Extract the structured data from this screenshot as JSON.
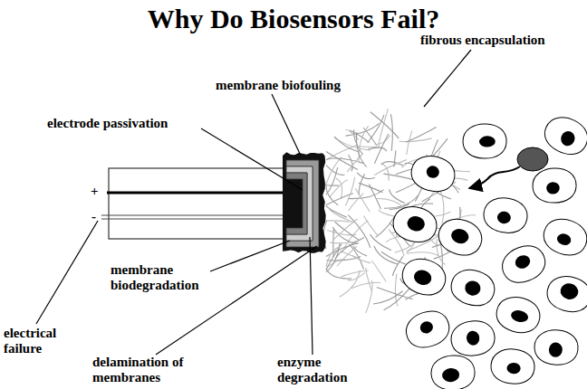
{
  "diagram": {
    "title": "Why Do Biosensors Fail?",
    "labels": [
      "membrane biofouling",
      "fibrous encapsulation",
      "electrode passivation",
      "+",
      "-",
      "membrane biodegradation",
      "electrical failure",
      "delamination of membranes",
      "enzyme degradation"
    ]
  }
}
